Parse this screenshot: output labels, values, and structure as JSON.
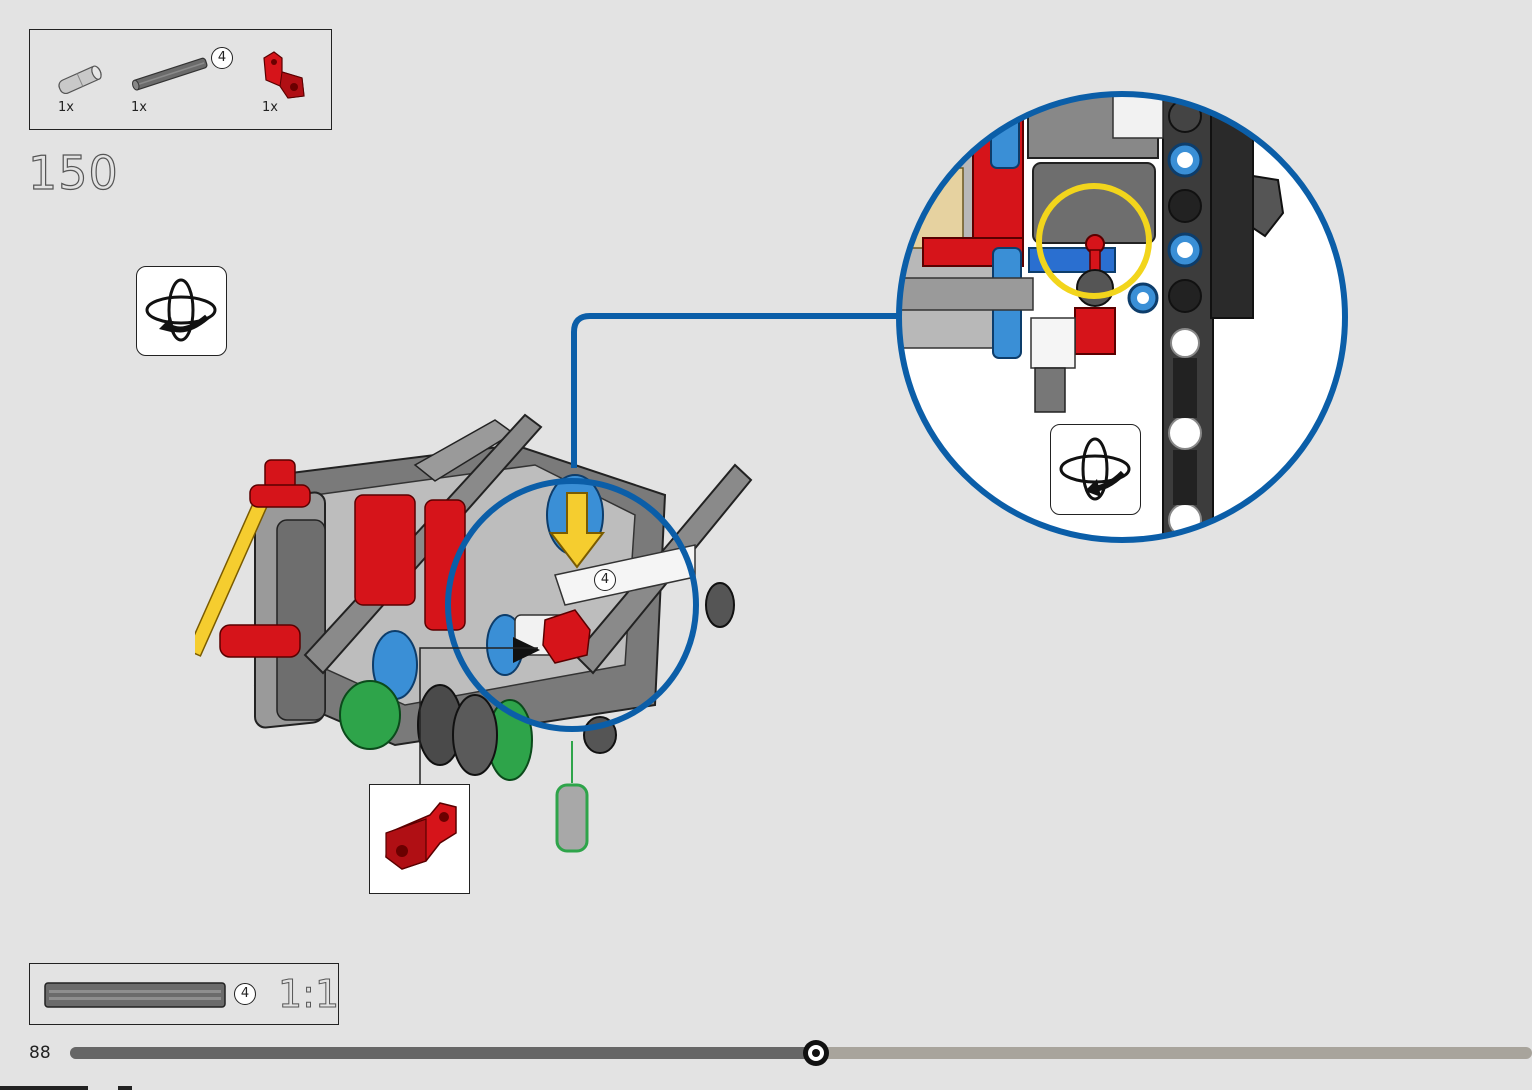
{
  "parts_list": {
    "items": [
      {
        "name": "connector-peg",
        "qty": "1x"
      },
      {
        "name": "axle-4",
        "qty": "1x",
        "length": "4"
      },
      {
        "name": "red-axle-connector",
        "qty": "1x"
      }
    ]
  },
  "step": {
    "number": "150"
  },
  "model_callout": {
    "axle_length": "4"
  },
  "scale_ruler": {
    "axle_length": "4",
    "scale": "1:1"
  },
  "page": {
    "number": "88"
  },
  "colors": {
    "background": "#e3e3e3",
    "zoom_ring": "#0b5ea8",
    "highlight_ring": "#f2d51c",
    "brick_red": "#d6141a",
    "brick_blue": "#3a8fd6",
    "brick_green": "#2ea44a",
    "brick_yellow": "#f5cd2f",
    "progress_dark": "#666666",
    "progress_light": "#a8a49c"
  },
  "progress": {
    "fraction": 0.51
  }
}
